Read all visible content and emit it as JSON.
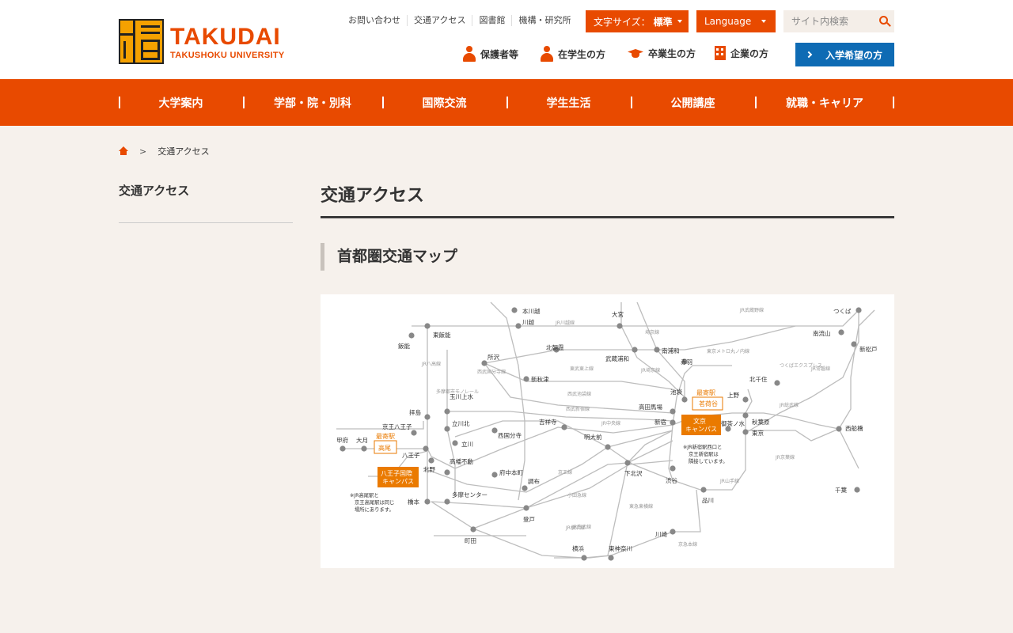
{
  "header": {
    "logo_main": "TAKUDAI",
    "logo_sub": "TAKUSHOKU UNIVERSITY",
    "util_links": [
      "お問い合わせ",
      "交通アクセス",
      "図書館",
      "機構・研究所"
    ],
    "font_size_label": "文字サイズ：",
    "font_size_value": "標準",
    "language_label": "Language",
    "search_placeholder": "サイト内検索",
    "targets": [
      "保護者等",
      "在学生の方",
      "卒業生の方",
      "企業の方"
    ],
    "apply_label": "入学希望の方"
  },
  "gnav": [
    "大学案内",
    "学部・院・別科",
    "国際交流",
    "学生生活",
    "公開講座",
    "就職・キャリア"
  ],
  "breadcrumb": {
    "current": "交通アクセス",
    "separator": ">"
  },
  "sidebar": {
    "title": "交通アクセス"
  },
  "main": {
    "page_title": "交通アクセス",
    "section_title": "首都圏交通マップ"
  },
  "map": {
    "stations": [
      "本川越",
      "川越",
      "大宮",
      "つくば",
      "東飯能",
      "飯能",
      "北朝霞",
      "南浦和",
      "南流山",
      "新松戸",
      "所沢",
      "武蔵浦和",
      "赤羽",
      "新秋津",
      "北千住",
      "池袋",
      "上野",
      "拝島",
      "玉川上水",
      "高田馬場",
      "京王八王子",
      "立川北",
      "吉祥寺",
      "新宿",
      "秋葉原",
      "西船橋",
      "甲府",
      "大月",
      "立川",
      "西国分寺",
      "明大前",
      "御茶ノ水",
      "東京",
      "八王子",
      "北野",
      "高幡不動",
      "府中本町",
      "調布",
      "下北沢",
      "渋谷",
      "橋本",
      "多摩センター",
      "品川",
      "千葉",
      "登戸",
      "町田",
      "川崎",
      "横浜",
      "東神奈川"
    ],
    "lines": [
      "JR川越線",
      "JR武蔵野線",
      "埼京線",
      "東京メトロ丸ノ内線",
      "JR埼京線",
      "東武東上線",
      "西武池袋線",
      "西武新宿線",
      "つくばエクスプレス",
      "JR常磐線",
      "JR総武線",
      "JR中央線",
      "JR京葉線",
      "京王線",
      "小田急線",
      "JR横浜線",
      "JR南武線",
      "東急東横線",
      "京急本線",
      "JR山手線",
      "JR八高線",
      "多摩都市モノレール",
      "西武国分寺線"
    ],
    "campus_labels": [
      "最寄駅",
      "茗荷谷",
      "文京",
      "キャンパス",
      "最寄駅",
      "高尾",
      "八王子国際",
      "キャンパス"
    ],
    "notes": [
      "※JR新宿駅西口と",
      "京王新宿駅は",
      "隣接しています。",
      "※JR高尾駅と",
      "京王高尾駅は同じ",
      "場所にあります。"
    ]
  },
  "colors": {
    "brand": "#e84a00",
    "apply": "#0e6bb4",
    "campus": "#ea7a00"
  }
}
